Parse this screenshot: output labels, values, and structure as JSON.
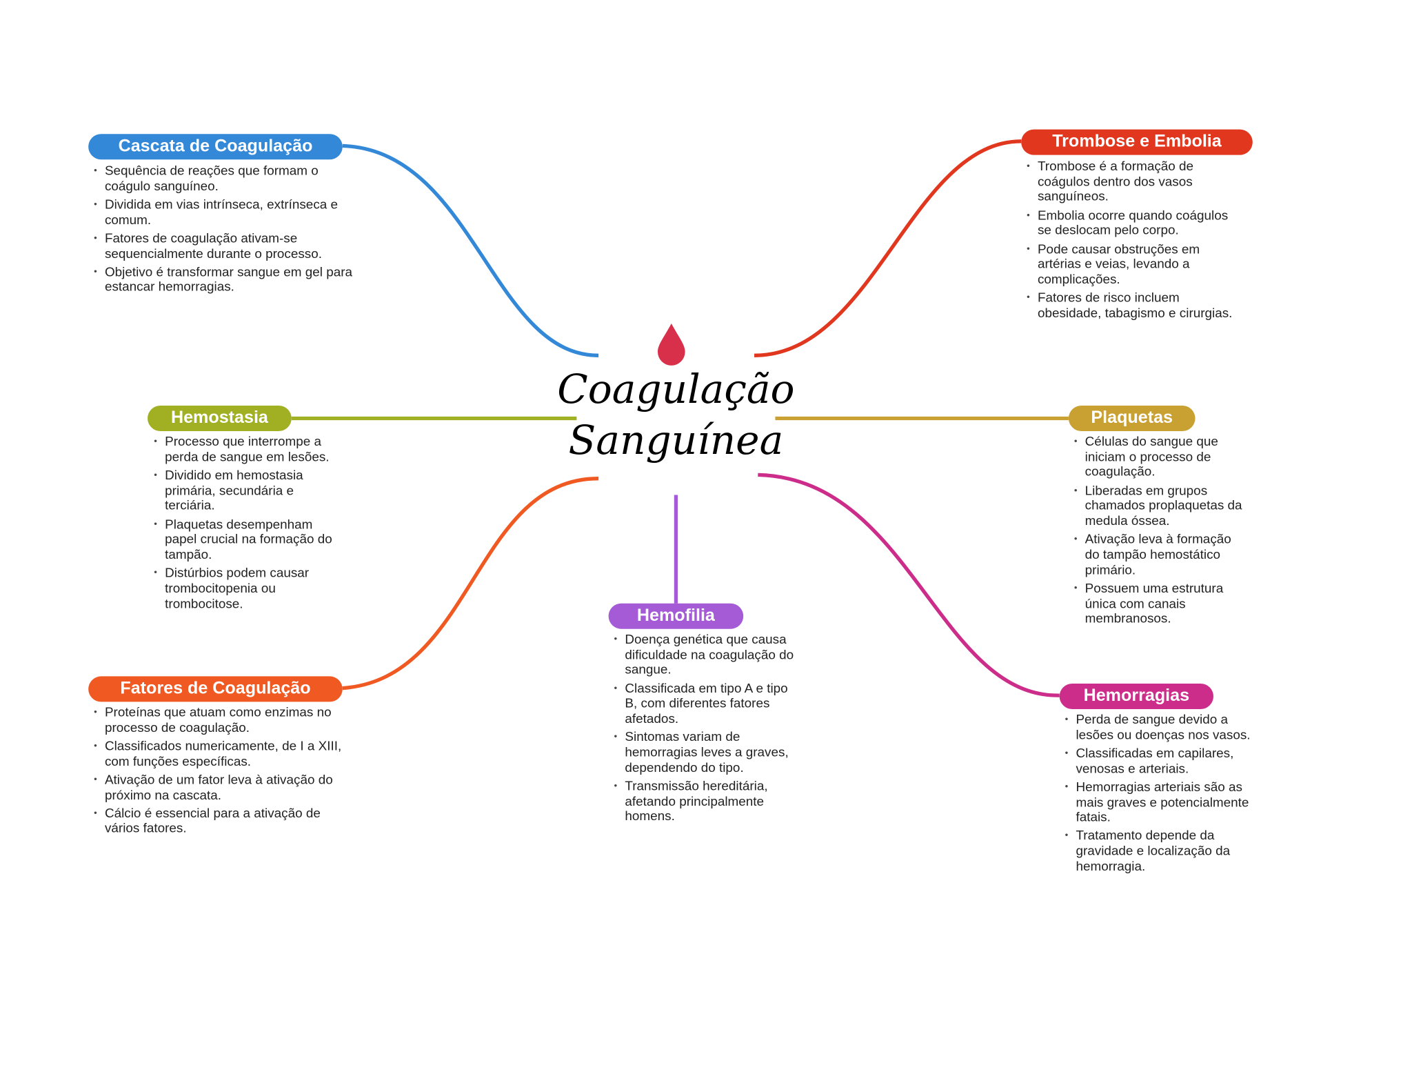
{
  "center": {
    "line1": "Coagulação",
    "line2": "Sanguínea",
    "icon": "blood-drop-icon",
    "icon_color": "#d8304a"
  },
  "branches": {
    "cascata": {
      "label": "Cascata de Coagulação",
      "color": "#3388d8",
      "bullets": [
        "Sequência de reações que formam o coágulo sanguíneo.",
        "Dividida em vias intrínseca, extrínseca e comum.",
        "Fatores de coagulação ativam-se sequencialmente durante o processo.",
        "Objetivo é transformar sangue em gel para estancar hemorragias."
      ]
    },
    "trombose": {
      "label": "Trombose e Embolia",
      "color": "#e0371e",
      "bullets": [
        "Trombose é a formação de coágulos dentro dos vasos sanguíneos.",
        "Embolia ocorre quando coágulos se deslocam pelo corpo.",
        "Pode causar obstruções em artérias e veias, levando a complicações.",
        "Fatores de risco incluem obesidade, tabagismo e cirurgias."
      ]
    },
    "hemostasia": {
      "label": "Hemostasia",
      "color": "#a0b022",
      "bullets": [
        "Processo que interrompe a perda de sangue em lesões.",
        "Dividido em hemostasia primária, secundária e terciária.",
        "Plaquetas desempenham papel crucial na formação do tampão.",
        "Distúrbios podem causar trombocitopenia ou trombocitose."
      ]
    },
    "plaquetas": {
      "label": "Plaquetas",
      "color": "#c9a032",
      "bullets": [
        "Células do sangue que iniciam o processo de coagulação.",
        "Liberadas em grupos chamados proplaquetas da medula óssea.",
        "Ativação leva à formação do tampão hemostático primário.",
        "Possuem uma estrutura única com canais membranosos."
      ]
    },
    "fatores": {
      "label": "Fatores de Coagulação",
      "color": "#f05a22",
      "bullets": [
        "Proteínas que atuam como enzimas no processo de coagulação.",
        "Classificados numericamente, de I a XIII, com funções específicas.",
        "Ativação de um fator leva à ativação do próximo na cascata.",
        "Cálcio é essencial para a ativação de vários fatores."
      ]
    },
    "hemofilia": {
      "label": "Hemofilia",
      "color": "#a55bd6",
      "bullets": [
        "Doença genética que causa dificuldade na coagulação do sangue.",
        "Classificada em tipo A e tipo B, com diferentes fatores afetados.",
        "Sintomas variam de hemorragias leves a graves, dependendo do tipo.",
        "Transmissão hereditária, afetando principalmente homens."
      ]
    },
    "hemorragias": {
      "label": "Hemorragias",
      "color": "#cc2d8a",
      "bullets": [
        "Perda de sangue devido a lesões ou doenças nos vasos.",
        "Classificadas em capilares, venosas e arteriais.",
        "Hemorragias arteriais são as mais graves e potencialmente fatais.",
        "Tratamento depende da gravidade e localização da hemorragia."
      ]
    }
  }
}
